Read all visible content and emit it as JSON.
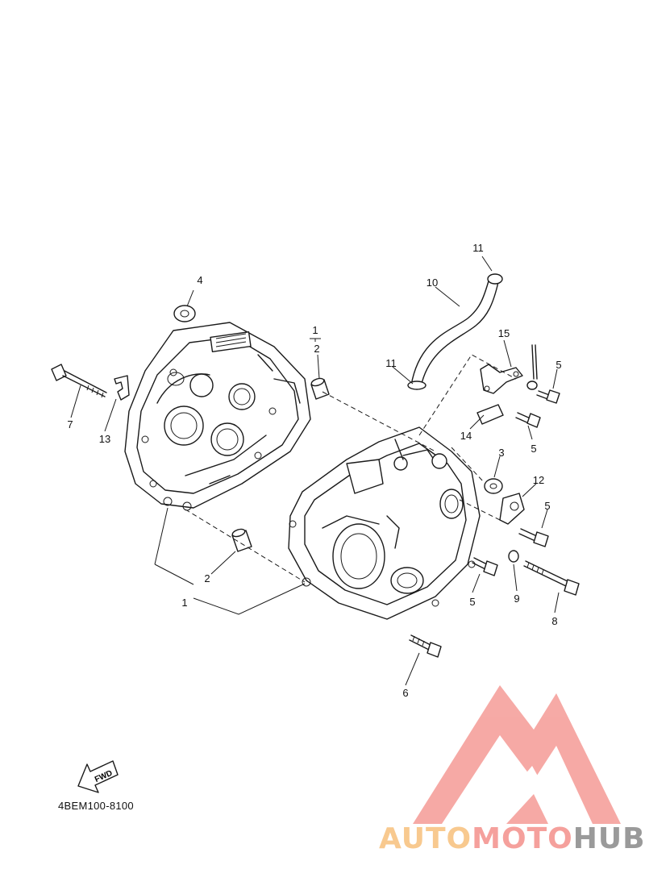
{
  "diagram": {
    "part_code": "4BEM100-8100",
    "fwd_label": "FWD",
    "callouts": [
      {
        "key": "c1a",
        "label": "1"
      },
      {
        "key": "c2a",
        "label": "2"
      },
      {
        "key": "c1b",
        "label": "1"
      },
      {
        "key": "c2b",
        "label": "2"
      },
      {
        "key": "c3",
        "label": "3"
      },
      {
        "key": "c4",
        "label": "4"
      },
      {
        "key": "c5a",
        "label": "5"
      },
      {
        "key": "c5b",
        "label": "5"
      },
      {
        "key": "c5c",
        "label": "5"
      },
      {
        "key": "c5d",
        "label": "5"
      },
      {
        "key": "c6",
        "label": "6"
      },
      {
        "key": "c7",
        "label": "7"
      },
      {
        "key": "c8",
        "label": "8"
      },
      {
        "key": "c9",
        "label": "9"
      },
      {
        "key": "c10",
        "label": "10"
      },
      {
        "key": "c11a",
        "label": "11"
      },
      {
        "key": "c11b",
        "label": "11"
      },
      {
        "key": "c12",
        "label": "12"
      },
      {
        "key": "c13",
        "label": "13"
      },
      {
        "key": "c14",
        "label": "14"
      },
      {
        "key": "c15",
        "label": "15"
      }
    ]
  },
  "watermark": {
    "brand_part1": "AUTO",
    "brand_part2": "MOTO",
    "brand_part3": "HUB",
    "colors": {
      "part1": "#f8c98f",
      "part2": "#f5a09c",
      "part3": "#9a9a9a",
      "logo": "#f59b96"
    }
  }
}
